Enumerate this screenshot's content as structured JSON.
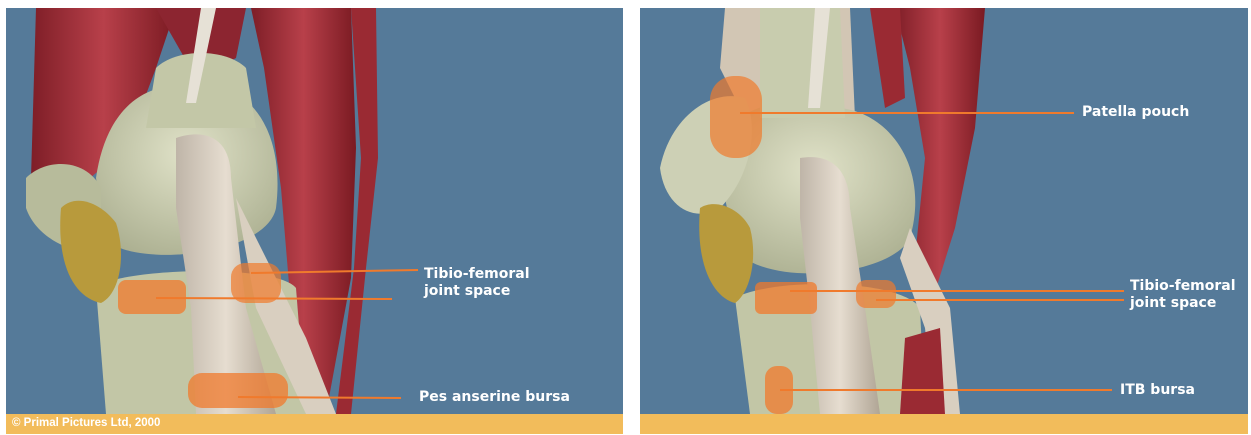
{
  "left_panel": {
    "labels": {
      "tibio_femoral_line1": "Tibio-femoral",
      "tibio_femoral_line2": "joint space",
      "pes_anserine": "Pes anserine bursa"
    },
    "copyright": "© Primal Pictures Ltd, 2000"
  },
  "right_panel": {
    "labels": {
      "patella_pouch": "Patella pouch",
      "tibio_femoral_line1": "Tibio-femoral",
      "tibio_femoral_line2": "joint space",
      "itb_bursa": "ITB bursa"
    }
  },
  "colors": {
    "background": "#557a99",
    "footer": "#f2bc5b",
    "muscle": "#a8303a",
    "bone": "#c9ccb0",
    "tendon": "#d8d0c4",
    "fat": "#b89a3c",
    "highlight": "#f07a2c",
    "label_text": "#ffffff"
  }
}
